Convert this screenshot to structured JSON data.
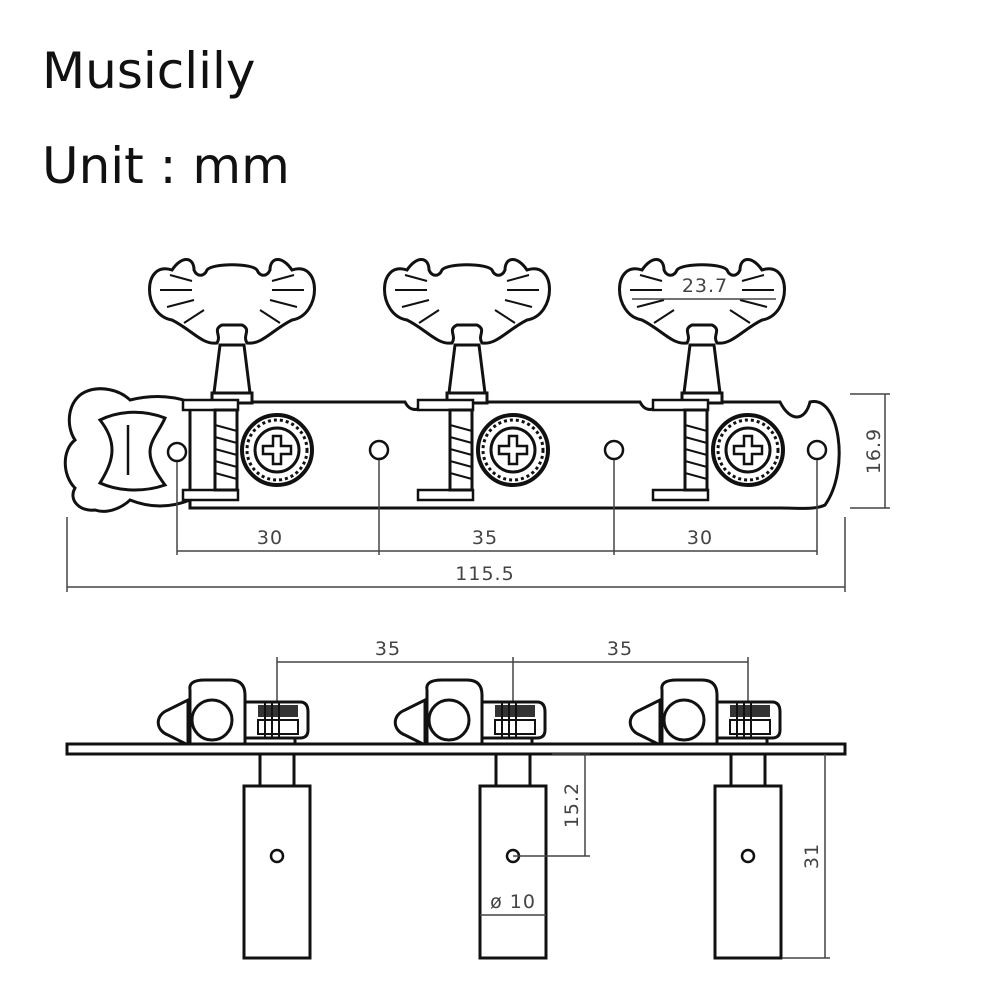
{
  "header": {
    "brand": "Musiclily",
    "unit": "Unit : mm"
  },
  "top_view": {
    "knob_width": "23.7",
    "plate_height": "16.9",
    "spacing_left": "30",
    "spacing_middle": "35",
    "spacing_right": "30",
    "total_length": "115.5"
  },
  "side_view": {
    "roller_spacing_left": "35",
    "roller_spacing_right": "35",
    "hole_height": "15.2",
    "roller_diameter": "ø 10",
    "roller_length": "31"
  },
  "colors": {
    "line": "#111111",
    "dimension": "#444444",
    "background": "#ffffff"
  }
}
